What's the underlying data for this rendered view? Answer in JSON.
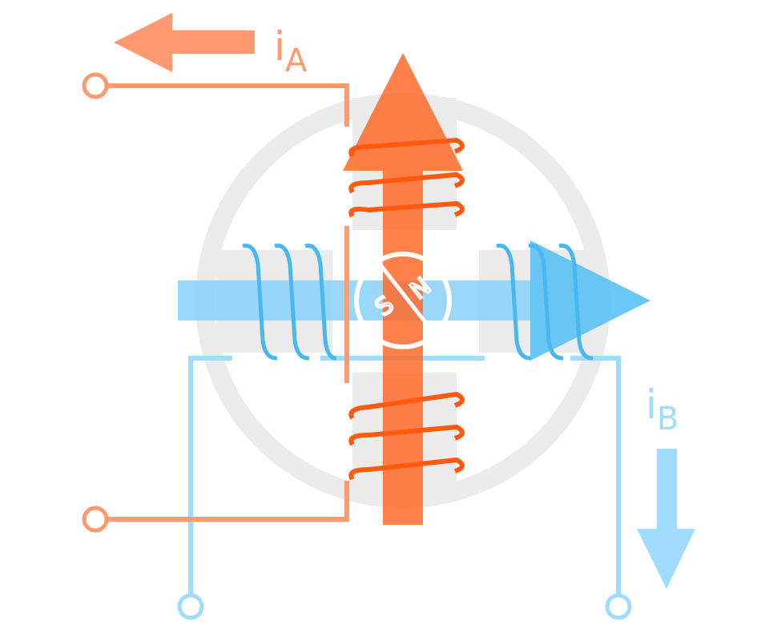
{
  "labels": {
    "current_a": {
      "main": "i",
      "sub": "A"
    },
    "current_b": {
      "main": "i",
      "sub": "B"
    },
    "rotor_south": "S",
    "rotor_north": "N"
  },
  "colors": {
    "phase_a": "#ff9a70",
    "phase_a_arrow": "#ff6a2a",
    "phase_a_coil": "#ff5a10",
    "phase_b": "#9fdcff",
    "phase_b_arrow": "#5cc2f5",
    "phase_b_coil": "#49b7f0",
    "stator": "#ebebeb",
    "rotor": "#ffffff"
  }
}
